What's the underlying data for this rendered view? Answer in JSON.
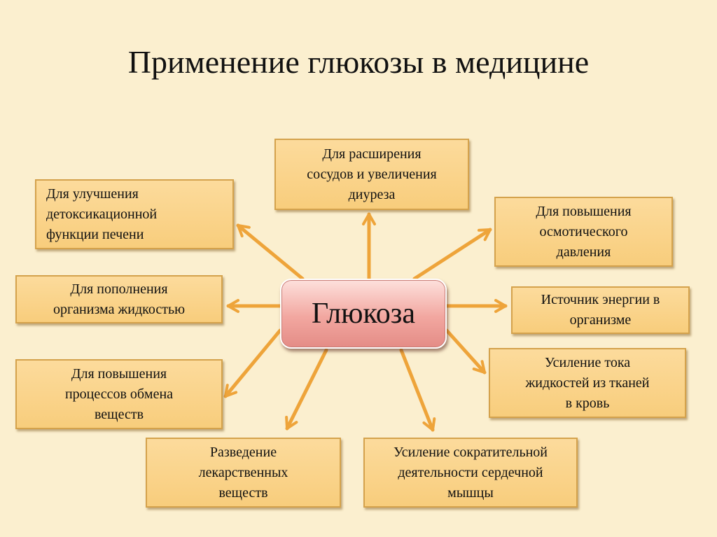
{
  "title": "Применение глюкозы в медицине",
  "center": "Глюкоза",
  "boxes": [
    "Для расширения\nсосудов и увеличения\nдиуреза",
    "Для улучшения\nдетоксикационной\nфункции печени",
    "Для повышения\nосмотического\nдавления",
    "Для пополнения\nорганизма жидкостью",
    "Источник энергии в\nорганизме",
    "Для повышения\nпроцессов обмена\nвеществ",
    "Усиление тока\nжидкостей из тканей\nв кровь",
    "Разведение\nлекарственных\nвеществ",
    "Усиление сократительной\nдеятельности сердечной\nмышцы"
  ],
  "colors": {
    "background": "#fbefcf",
    "arrow": "#eea43a",
    "box": "#f8cd7c",
    "center": "#f2a7a0"
  }
}
